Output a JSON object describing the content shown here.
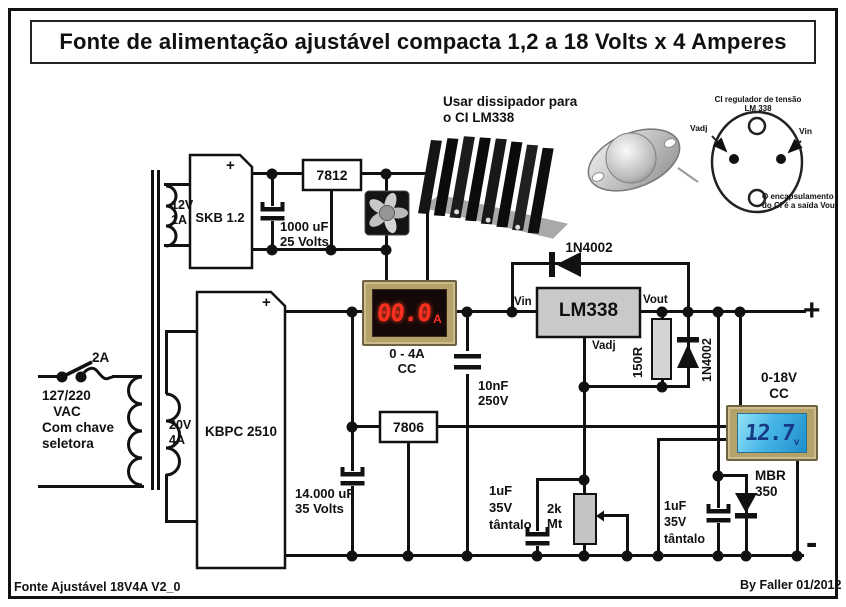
{
  "title": "Fonte de alimentação ajustável compacta 1,2 a 18 Volts x 4 Amperes",
  "colors": {
    "wire": "#111111",
    "meter_body": "#b5a26a",
    "ammeter_display_bg": "#150808",
    "ammeter_digits": "#ff2f1f",
    "voltmeter_lcd": "#47b6e6",
    "voltmeter_digits": "#173a85",
    "ic_fill": "#c9c9c9"
  },
  "mains": {
    "label": "127/220\n   VAC\nCom chave\nseletora",
    "fuse": "2A"
  },
  "transformer": {
    "winding12": "12V\n1A",
    "winding20": "20V\n4A"
  },
  "rectifier12": {
    "name": "SKB 1.2",
    "plus": "+"
  },
  "rectifier_main": {
    "name": "KBPC 2510",
    "plus": "+"
  },
  "cap_1000uF": "1000 uF\n25 Volts",
  "reg_7812": "7812",
  "cap_14000uF": "14.000 uF\n35 Volts",
  "reg_7806": "7806",
  "cap_10nF": "10nF\n250V",
  "ammeter": {
    "value": "00.0",
    "unit": "A",
    "label": "0 - 4A\nCC"
  },
  "diode_bypass": "1N4002",
  "lm338": {
    "name": "LM338",
    "vin": "Vin",
    "vout": "Vout",
    "vadj": "Vadj"
  },
  "resistor_150": "150R",
  "diode_adj": "1N4002",
  "cap_1uF_left": "1uF\n35V\ntântalo",
  "pot_2k": "2k\nMt",
  "cap_1uF_right": "1uF\n35V\ntântalo",
  "diode_mbr": "MBR\n350",
  "voltmeter": {
    "value": "12.7",
    "unit": "v",
    "label": "0-18V\nCC"
  },
  "output": {
    "plus": "+",
    "minus": "-"
  },
  "heatsink_note": "Usar dissipador para\no CI LM338",
  "pinout": {
    "title": "CI regulador de tensão\nLM 338",
    "pin_left": "Vadj",
    "pin_right": "Vin",
    "note": "O encapsulamento\ndo CI é a saída Vout"
  },
  "footer": {
    "left": "Fonte Ajustável 18V4A V2_0",
    "right": "By Faller 01/2012"
  }
}
